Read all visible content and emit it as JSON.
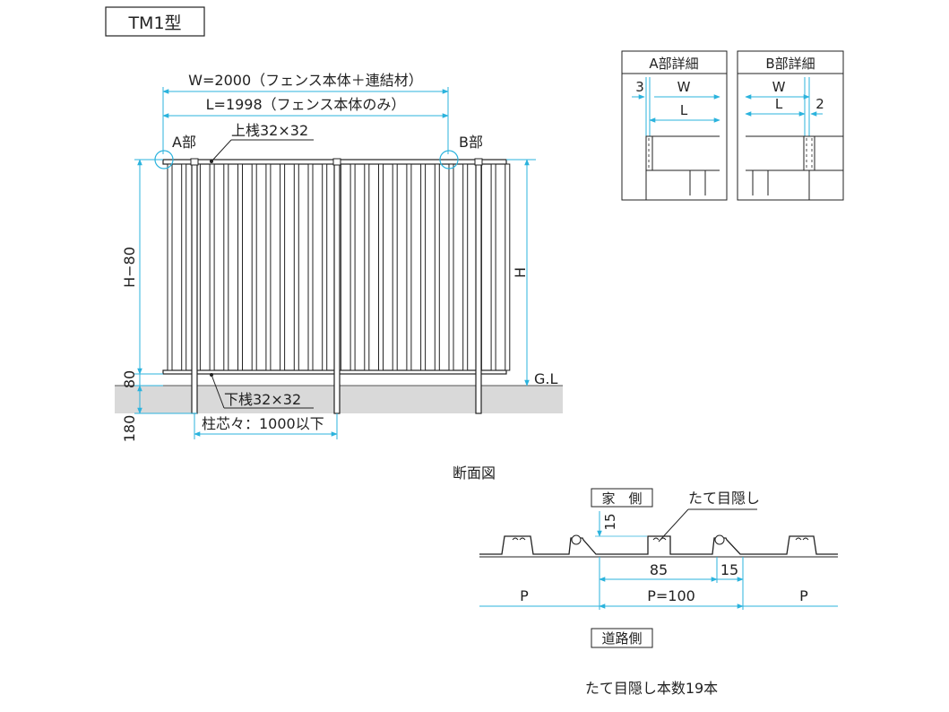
{
  "title": "TM1型",
  "elevation": {
    "width_label": "W=2000（フェンス本体＋連結材）",
    "length_label": "L=1998（フェンス本体のみ）",
    "top_rail_label": "上桟32×32",
    "bottom_rail_label": "下桟32×32",
    "post_pitch_label": "柱芯々：1000以下",
    "detail_a_marker": "A部",
    "detail_b_marker": "B部",
    "height_label": "H",
    "height_minus_label": "H−80",
    "gap_label": "80",
    "embed_label": "180",
    "ground_label": "G.L"
  },
  "detail_a": {
    "title": "A部詳細",
    "gap": "3",
    "w": "W",
    "l": "L"
  },
  "detail_b": {
    "title": "B部詳細",
    "gap": "2",
    "w": "W",
    "l": "L"
  },
  "section": {
    "title": "断面図",
    "house_side": "家　側",
    "road_side": "道路側",
    "louver_label": "たて目隠し",
    "height_dim": "15",
    "width_85": "85",
    "gap_15": "15",
    "pitch_left": "P",
    "pitch_center": "P=100",
    "pitch_right": "P",
    "count_note": "たて目隠し本数19本"
  }
}
